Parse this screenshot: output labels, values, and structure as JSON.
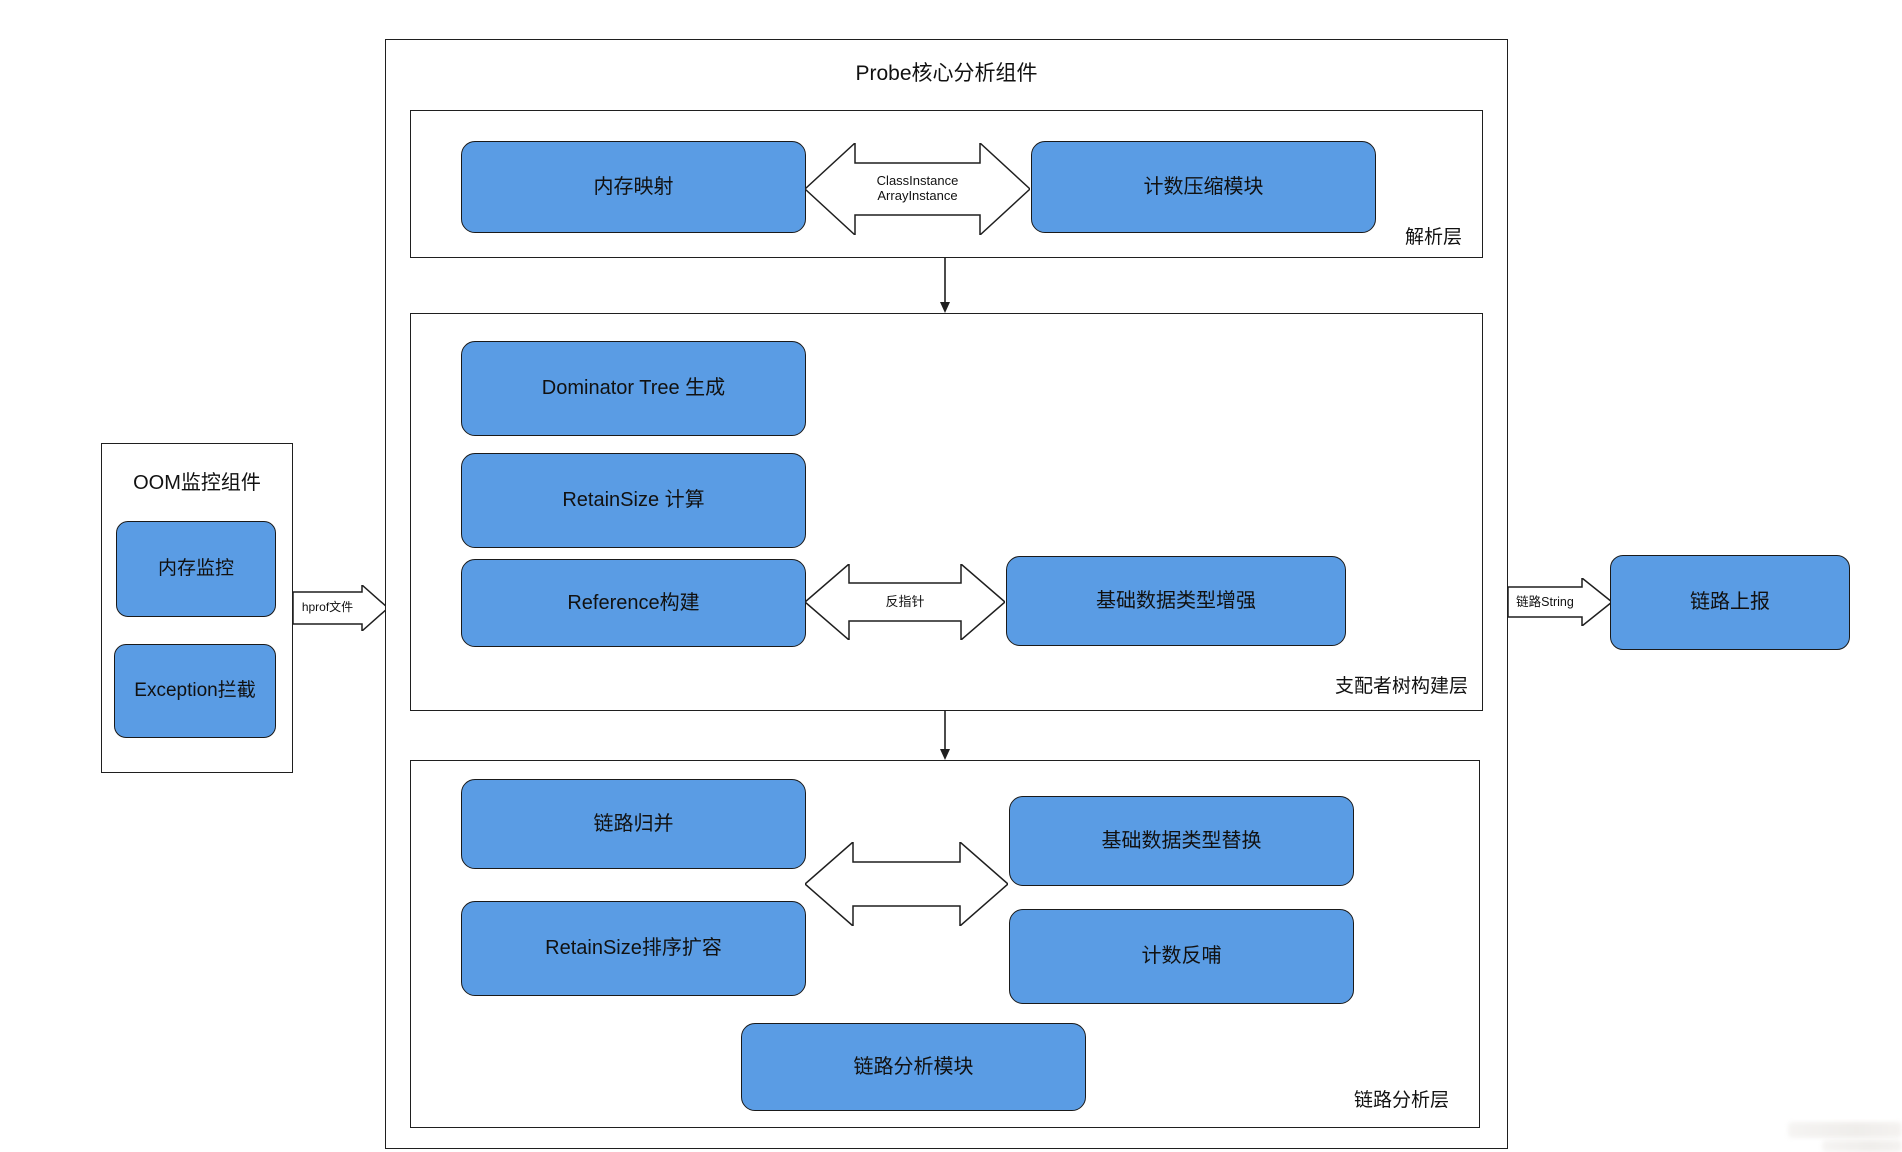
{
  "colors": {
    "node_fill": "#5a9ce4",
    "node_border": "#1a1a1a",
    "line": "#1f1f1f",
    "text": "#111111"
  },
  "oom": {
    "title": "OOM监控组件",
    "memory_monitor": "内存监控",
    "exception_intercept": "Exception拦截"
  },
  "probe": {
    "title": "Probe核心分析组件",
    "parse_layer": {
      "label": "解析层",
      "memory_mapping": "内存映射",
      "count_compression": "计数压缩模块",
      "arrow_line1": "ClassInstance",
      "arrow_line2": "ArrayInstance"
    },
    "dominator_layer": {
      "label": "支配者树构建层",
      "dominator_tree": "Dominator Tree 生成",
      "retain_size_calc": "RetainSize 计算",
      "reference_build": "Reference构建",
      "primitive_enhance": "基础数据类型增强",
      "arrow_label": "反指针"
    },
    "link_layer": {
      "label": "链路分析层",
      "link_merge": "链路归并",
      "retain_size_sort": "RetainSize排序扩容",
      "primitive_replace": "基础数据类型替换",
      "count_feedback": "计数反哺",
      "link_analysis": "链路分析模块"
    }
  },
  "flows": {
    "hprof_file": "hprof文件",
    "link_string": "链路String"
  },
  "report": {
    "link_report": "链路上报"
  }
}
